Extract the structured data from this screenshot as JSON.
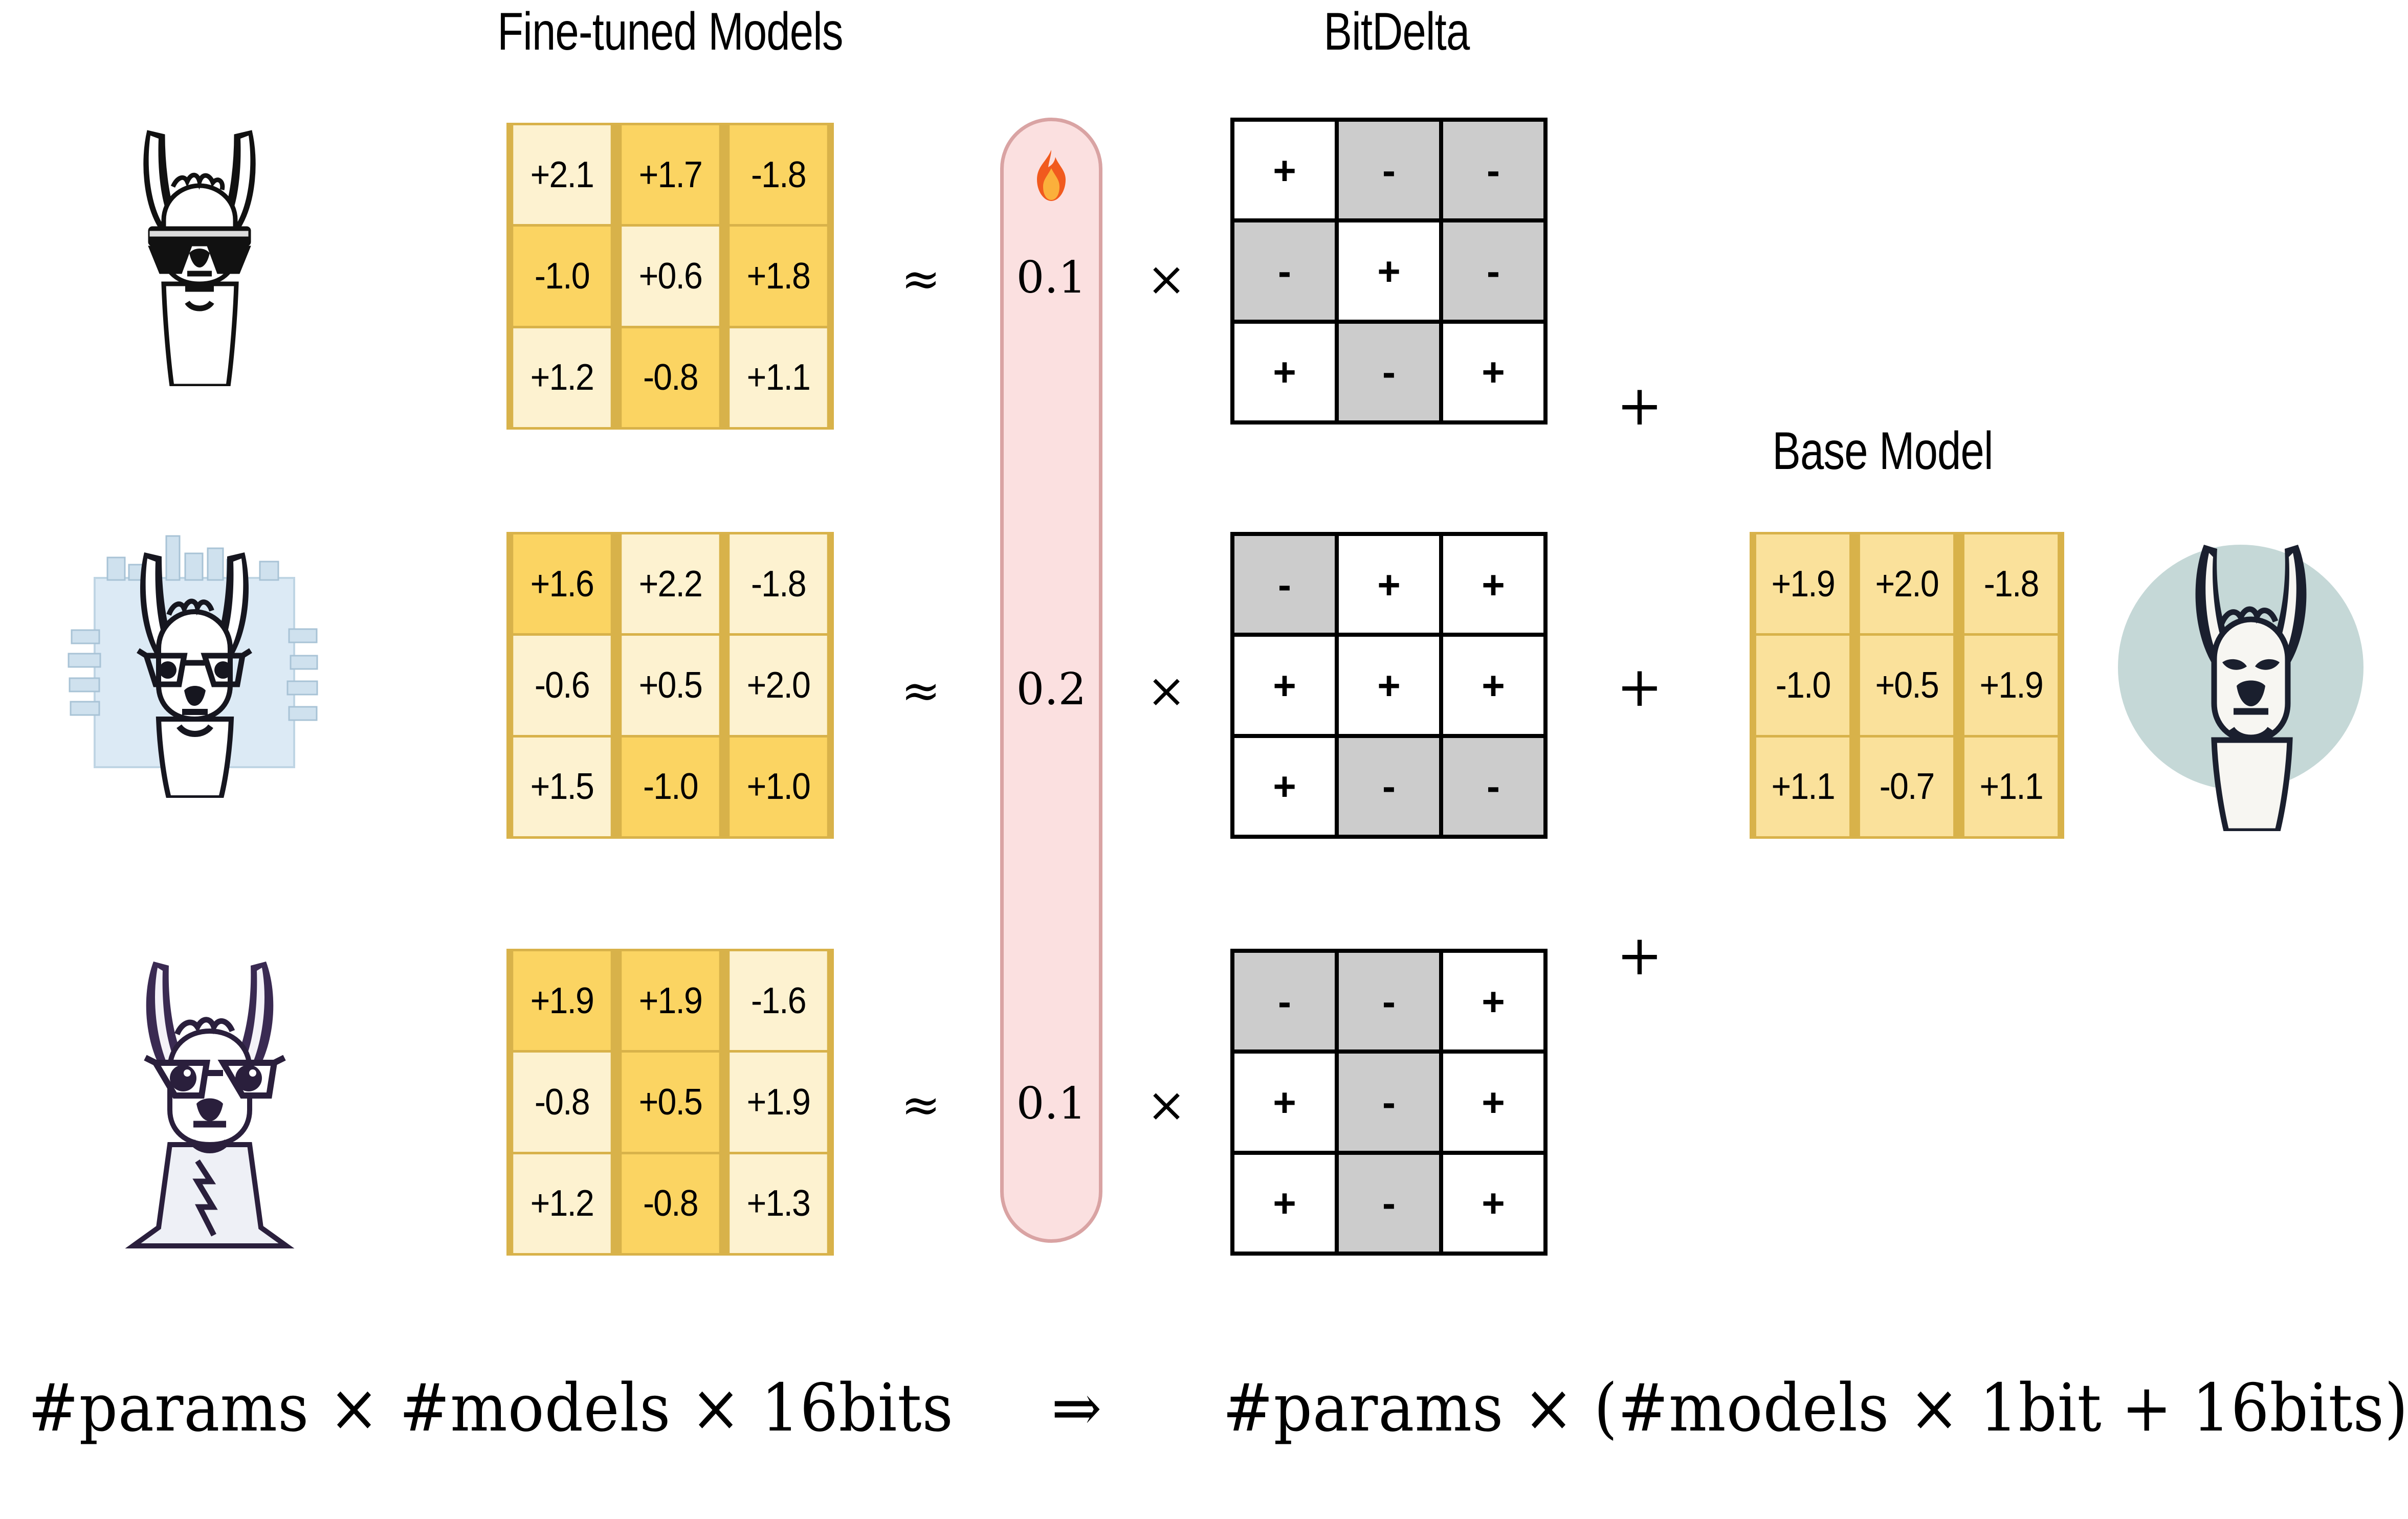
{
  "titles": {
    "finetuned": "Fine-tuned Models",
    "bitdelta": "BitDelta",
    "base": "Base Model"
  },
  "operators": {
    "approx": "≈",
    "times": "×",
    "plus": "+"
  },
  "icons": {
    "flame": "flame-icon",
    "llama_sunglasses": "llama-sunglasses-avatar",
    "llama_glasses_books": "llama-glasses-books-avatar",
    "llama_hipster": "llama-hipster-avatar",
    "llama_base": "llama-base-avatar"
  },
  "colors": {
    "delta_cell_light": "#FDF2D0",
    "delta_cell_dark": "#FBD462",
    "delta_border": "#D8B24A",
    "base_cell": "#FAE19B",
    "sign_pos": "#FFFFFF",
    "sign_neg": "#CCCCCC",
    "sign_border": "#000000",
    "pill_fill": "#FBE0E0",
    "pill_border": "#D9A3A3",
    "teal_circle": "#C5D8D7"
  },
  "rows": [
    {
      "scale": "0.1",
      "delta": {
        "values": [
          [
            "+2.1",
            "+1.7",
            "-1.8"
          ],
          [
            "-1.0",
            "+0.6",
            "+1.8"
          ],
          [
            "+1.2",
            "-0.8",
            "+1.1"
          ]
        ],
        "shades": [
          [
            "light",
            "dark",
            "dark"
          ],
          [
            "dark",
            "light",
            "dark"
          ],
          [
            "light",
            "dark",
            "light"
          ]
        ]
      },
      "sign": {
        "values": [
          [
            "+",
            "-",
            "-"
          ],
          [
            "-",
            "+",
            "-"
          ],
          [
            "+",
            "-",
            "+"
          ]
        ],
        "shades": [
          [
            "pos",
            "neg",
            "neg"
          ],
          [
            "neg",
            "pos",
            "neg"
          ],
          [
            "pos",
            "neg",
            "pos"
          ]
        ]
      }
    },
    {
      "scale": "0.2",
      "delta": {
        "values": [
          [
            "+1.6",
            "+2.2",
            "-1.8"
          ],
          [
            "-0.6",
            "+0.5",
            "+2.0"
          ],
          [
            "+1.5",
            "-1.0",
            "+1.0"
          ]
        ],
        "shades": [
          [
            "dark",
            "light",
            "light"
          ],
          [
            "light",
            "light",
            "light"
          ],
          [
            "light",
            "dark",
            "dark"
          ]
        ]
      },
      "sign": {
        "values": [
          [
            "-",
            "+",
            "+"
          ],
          [
            "+",
            "+",
            "+"
          ],
          [
            "+",
            "-",
            "-"
          ]
        ],
        "shades": [
          [
            "neg",
            "pos",
            "pos"
          ],
          [
            "pos",
            "pos",
            "pos"
          ],
          [
            "pos",
            "neg",
            "neg"
          ]
        ]
      }
    },
    {
      "scale": "0.1",
      "delta": {
        "values": [
          [
            "+1.9",
            "+1.9",
            "-1.6"
          ],
          [
            "-0.8",
            "+0.5",
            "+1.9"
          ],
          [
            "+1.2",
            "-0.8",
            "+1.3"
          ]
        ],
        "shades": [
          [
            "dark",
            "dark",
            "light"
          ],
          [
            "light",
            "dark",
            "light"
          ],
          [
            "light",
            "dark",
            "light"
          ]
        ]
      },
      "sign": {
        "values": [
          [
            "-",
            "-",
            "+"
          ],
          [
            "+",
            "-",
            "+"
          ],
          [
            "+",
            "-",
            "+"
          ]
        ],
        "shades": [
          [
            "neg",
            "neg",
            "pos"
          ],
          [
            "pos",
            "neg",
            "pos"
          ],
          [
            "pos",
            "neg",
            "pos"
          ]
        ]
      }
    }
  ],
  "base_matrix": {
    "values": [
      [
        "+1.9",
        "+2.0",
        "-1.8"
      ],
      [
        "-1.0",
        "+0.5",
        "+1.9"
      ],
      [
        "+1.1",
        "-0.7",
        "+1.1"
      ]
    ]
  },
  "formula": {
    "left": "#params × #models × 16bits",
    "arrow": "⇒",
    "right": "#params × (#models × 1bit + 16bits)"
  }
}
